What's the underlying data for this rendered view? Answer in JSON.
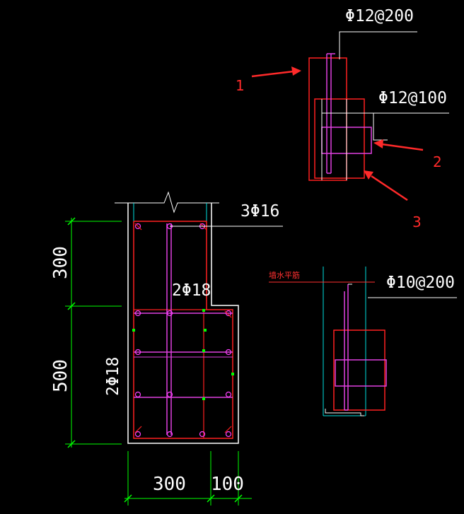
{
  "drawing": {
    "top_detail": {
      "rebar_label_1": "Φ12@200",
      "rebar_label_2": "Φ12@100",
      "callouts": [
        "1",
        "2",
        "3"
      ]
    },
    "section": {
      "top_rebar_label": "3Φ16",
      "mid_rebar_label": "2Φ18",
      "side_rebar_label": "2Φ18",
      "dim_height_upper": "300",
      "dim_height_lower": "500",
      "dim_width_main": "300",
      "dim_width_ext": "100"
    },
    "right_detail": {
      "wall_label": "墙水平筋",
      "rebar_label": "Φ10@200"
    }
  },
  "colors": {
    "background": "#000000",
    "concrete": "#ffffff",
    "stirrup": "#ff2020",
    "rebar": "#e040e0",
    "dimension": "#00ff00",
    "wall": "#00e0e0",
    "text": "#ffffff",
    "callout": "#ff2a2a"
  }
}
